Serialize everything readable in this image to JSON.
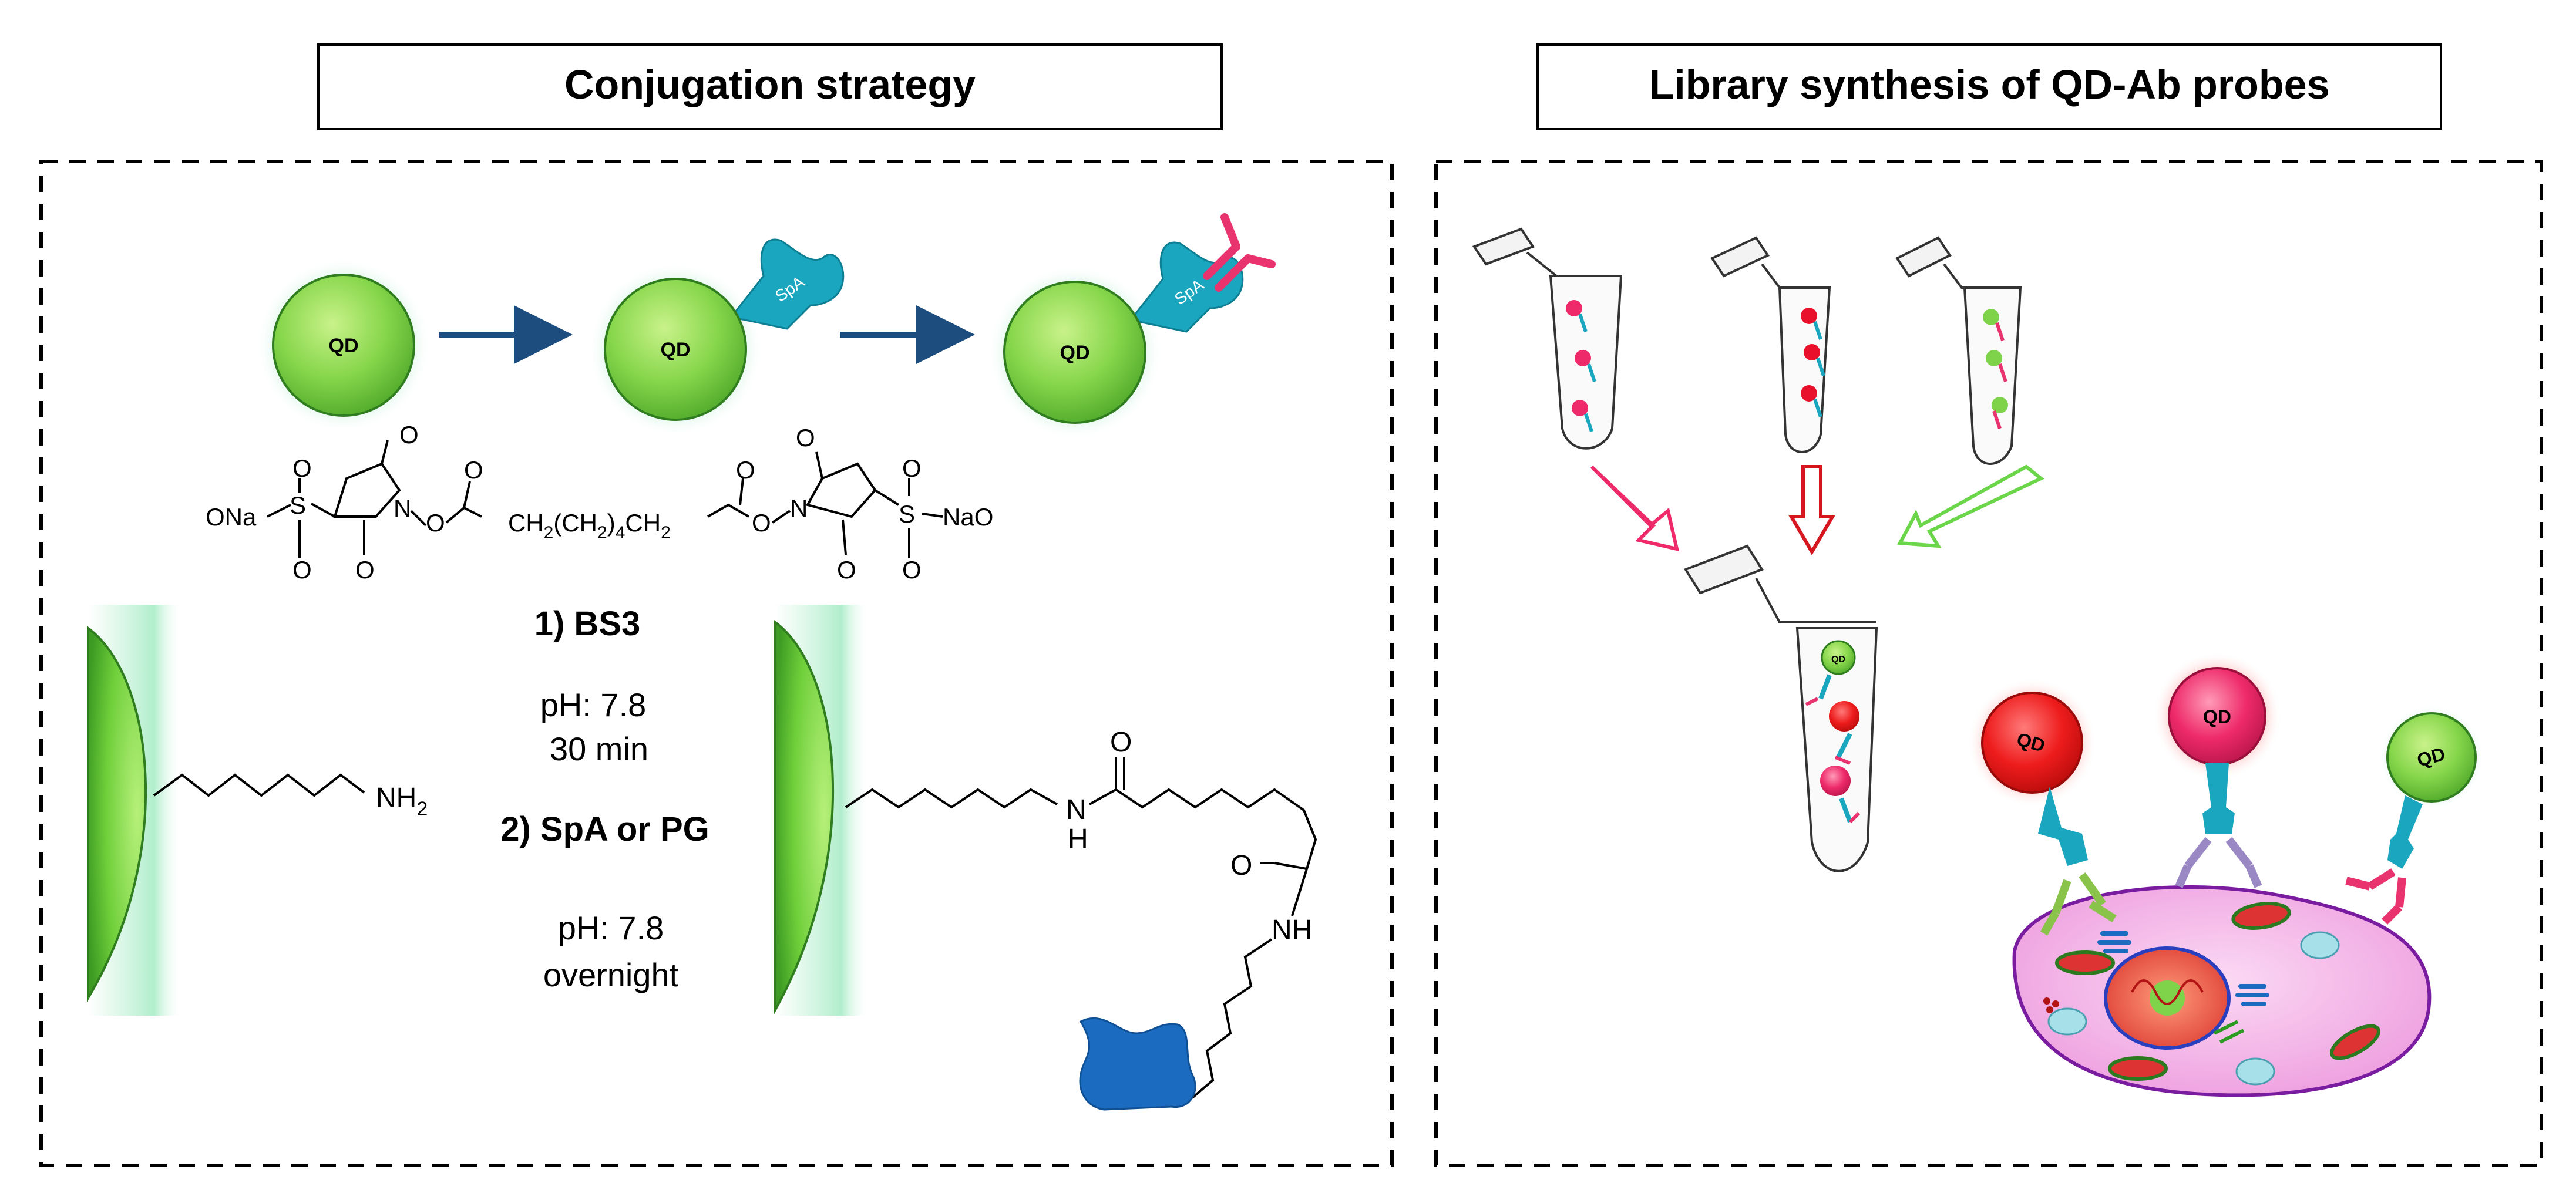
{
  "left_panel": {
    "title": "Conjugation strategy",
    "qd_label": "QD",
    "spa_label": "SpA",
    "crosslinker": {
      "onA": "ONa",
      "naO": "NaO",
      "O": "O",
      "N": "N",
      "S": "S",
      "chain_a": "CH",
      "sub2": "2",
      "chain_b": "(CH",
      "chain_c": ")",
      "sub4": "4",
      "chain_d": "CH"
    },
    "step1_label": "1)  BS3",
    "step1_ph": "pH: 7.8",
    "step1_time": "30 min",
    "step2_label": "2) SpA or PG",
    "step2_ph": "pH: 7.8",
    "step2_time": "overnight",
    "amine_label": "NH",
    "amine_sub": "2",
    "amide_O": "O",
    "amide_N": "N",
    "amide_H": "H",
    "amide2_O": "O",
    "amide2_NH": "NH"
  },
  "right_panel": {
    "title": "Library synthesis of QD-Ab probes",
    "qd_label": "QD",
    "mini_qd_label": "QD"
  },
  "colors": {
    "qd_green": "#7fd34a",
    "qd_red": "#e8102a",
    "qd_pink": "#ee2a6a",
    "spa_teal": "#1aa6be",
    "arrow_navy": "#1c4d7e",
    "antibody_pink": "#e8336f",
    "arrow_red": "#d6161f",
    "arrow_green": "#6cd64a",
    "protein_blue": "#1b6bc0",
    "cell_pink": "#f3b6ea"
  }
}
